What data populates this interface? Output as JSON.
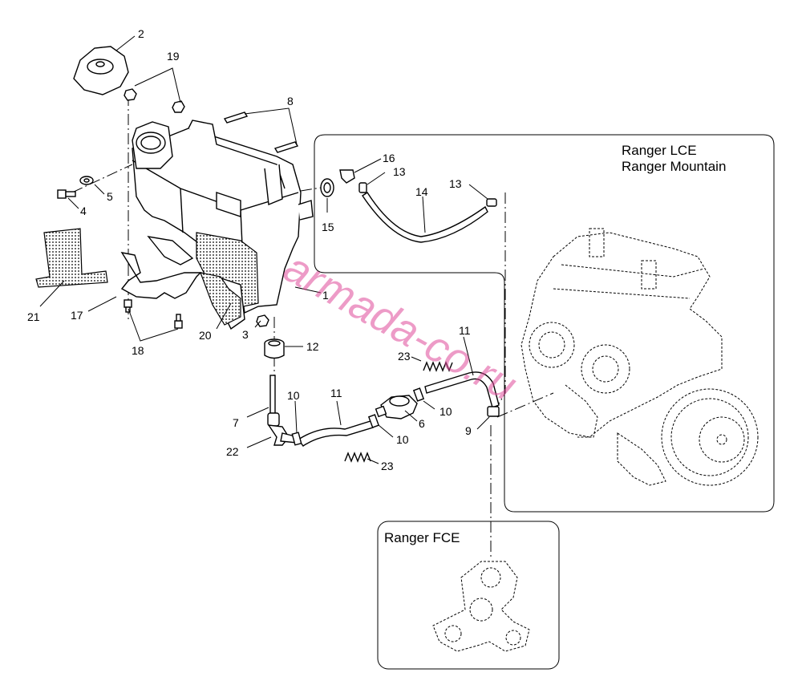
{
  "watermark": "armada-co.ru",
  "panels": {
    "lce": {
      "line1": "Ranger LCE",
      "line2": "Ranger Mountain"
    },
    "fce": {
      "label": "Ranger FCE"
    }
  },
  "callouts": {
    "c1": "1",
    "c2": "2",
    "c3": "3",
    "c4": "4",
    "c5": "5",
    "c6": "6",
    "c7": "7",
    "c8": "8",
    "c9": "9",
    "c10a": "10",
    "c10b": "10",
    "c10c": "10",
    "c11a": "11",
    "c11b": "11",
    "c12": "12",
    "c13a": "13",
    "c13b": "13",
    "c14": "14",
    "c15": "15",
    "c16": "16",
    "c17": "17",
    "c18": "18",
    "c19": "19",
    "c20": "20",
    "c21": "21",
    "c22": "22",
    "c23a": "23",
    "c23b": "23"
  }
}
